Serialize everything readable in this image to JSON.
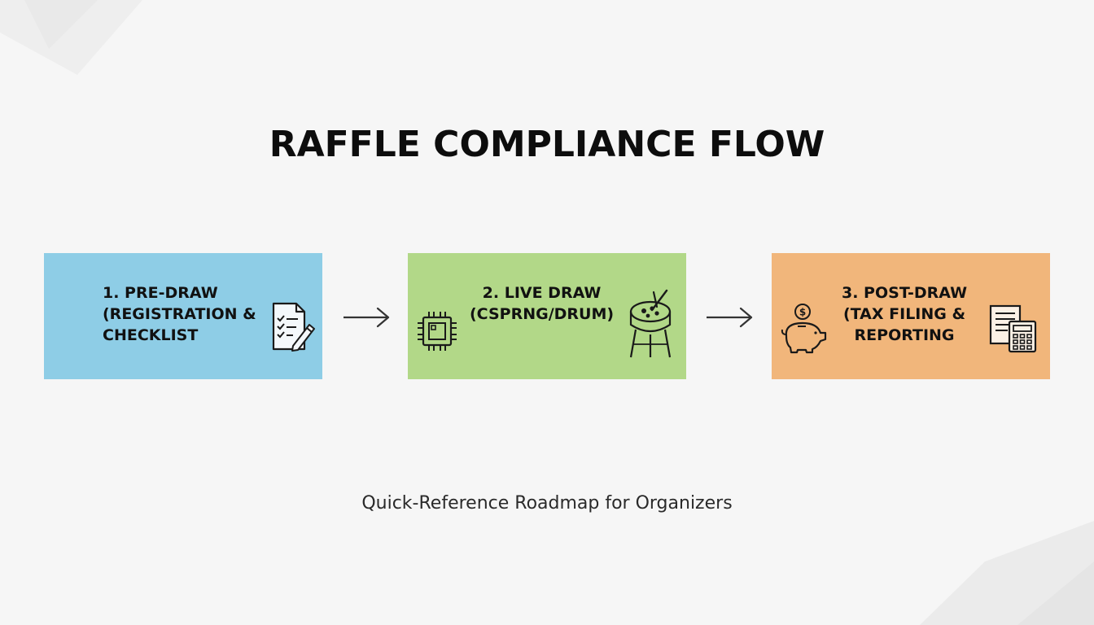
{
  "title": "RAFFLE COMPLIANCE FLOW",
  "subtitle": "Quick-Reference Roadmap for Organizers",
  "colors": {
    "background": "#f6f6f6",
    "step1_fill": "#8ecde6",
    "step2_fill": "#b2d888",
    "step3_fill": "#f1b67b",
    "arrow": "#333333"
  },
  "steps": [
    {
      "lines": [
        "1. PRE-DRAW",
        "(REGISTRATION &",
        "CHECKLIST"
      ],
      "icon": "checklist-pencil-icon"
    },
    {
      "lines": [
        "2. LIVE DRAW",
        "(CSPRNG/DRUM)"
      ],
      "icon_left": "microchip-icon",
      "icon_right": "raffle-drum-icon"
    },
    {
      "lines": [
        "3. POST-DRAW",
        "(TAX FILING &",
        "REPORTING"
      ],
      "icon_left": "piggy-bank-coin-icon",
      "icon_right": "document-calculator-icon"
    }
  ],
  "arrows": [
    "arrow-right-icon",
    "arrow-right-icon"
  ]
}
